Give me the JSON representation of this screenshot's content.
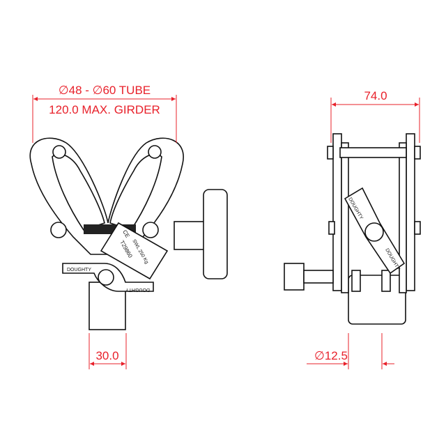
{
  "dimensions": {
    "tube_range": "∅48 - ∅60 TUBE",
    "max_girder": "120.0 MAX. GIRDER",
    "width": "74.0",
    "base_width": "30.0",
    "pin_diameter": "∅12.5"
  },
  "product_label": {
    "brand": "DOUGHTY",
    "mark": "CE",
    "part_number": "T29860",
    "swl": "SWL 250 Kg"
  },
  "colors": {
    "dimension": "#e8202a",
    "outline": "#111111"
  }
}
